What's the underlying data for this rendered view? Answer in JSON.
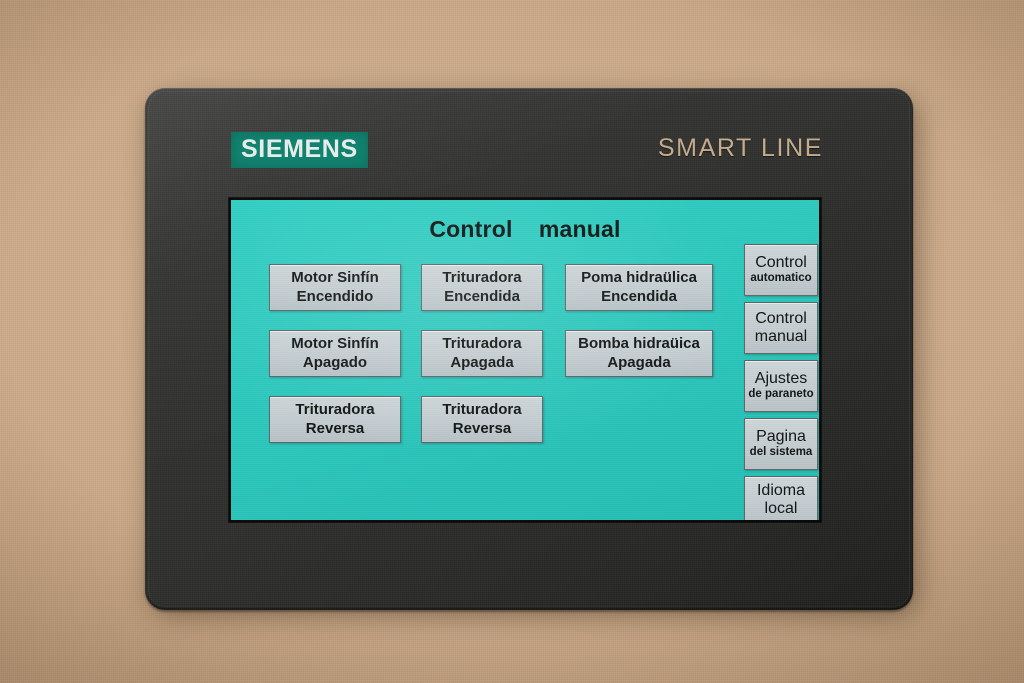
{
  "device": {
    "brand": "SIEMENS",
    "product_line": "SMART LINE",
    "colors": {
      "brand_teal": "#11836f",
      "screen_teal": "#2bc8bd",
      "bezel": "#2e2e2c",
      "button_face": "#c3ccd0",
      "wall": "#cbaa88",
      "smart_line_text": "#c4ab8c"
    }
  },
  "screen": {
    "title": "Control    manual",
    "main_buttons": [
      {
        "line1": "Motor Sinfín",
        "line2": "Encendido"
      },
      {
        "line1": "Trituradora",
        "line2": "Encendida"
      },
      {
        "line1": "Poma hidraülica",
        "line2": "Encendida"
      },
      {
        "line1": "Motor Sinfín",
        "line2": "Apagado"
      },
      {
        "line1": "Trituradora",
        "line2": "Apagada"
      },
      {
        "line1": "Bomba hidraüica",
        "line2": "Apagada"
      },
      {
        "line1": "Trituradora",
        "line2": "Reversa"
      },
      {
        "line1": "Trituradora",
        "line2": "Reversa"
      }
    ],
    "sidebar_buttons": [
      {
        "line1": "Control",
        "line2": "automatico",
        "equal_size": false
      },
      {
        "line1": "Control",
        "line2": "manual",
        "equal_size": true
      },
      {
        "line1": "Ajustes",
        "line2": "de paraneto",
        "equal_size": false
      },
      {
        "line1": "Pagina",
        "line2": "del sistema",
        "equal_size": false
      },
      {
        "line1": "Idioma",
        "line2": "local",
        "equal_size": true
      }
    ]
  }
}
